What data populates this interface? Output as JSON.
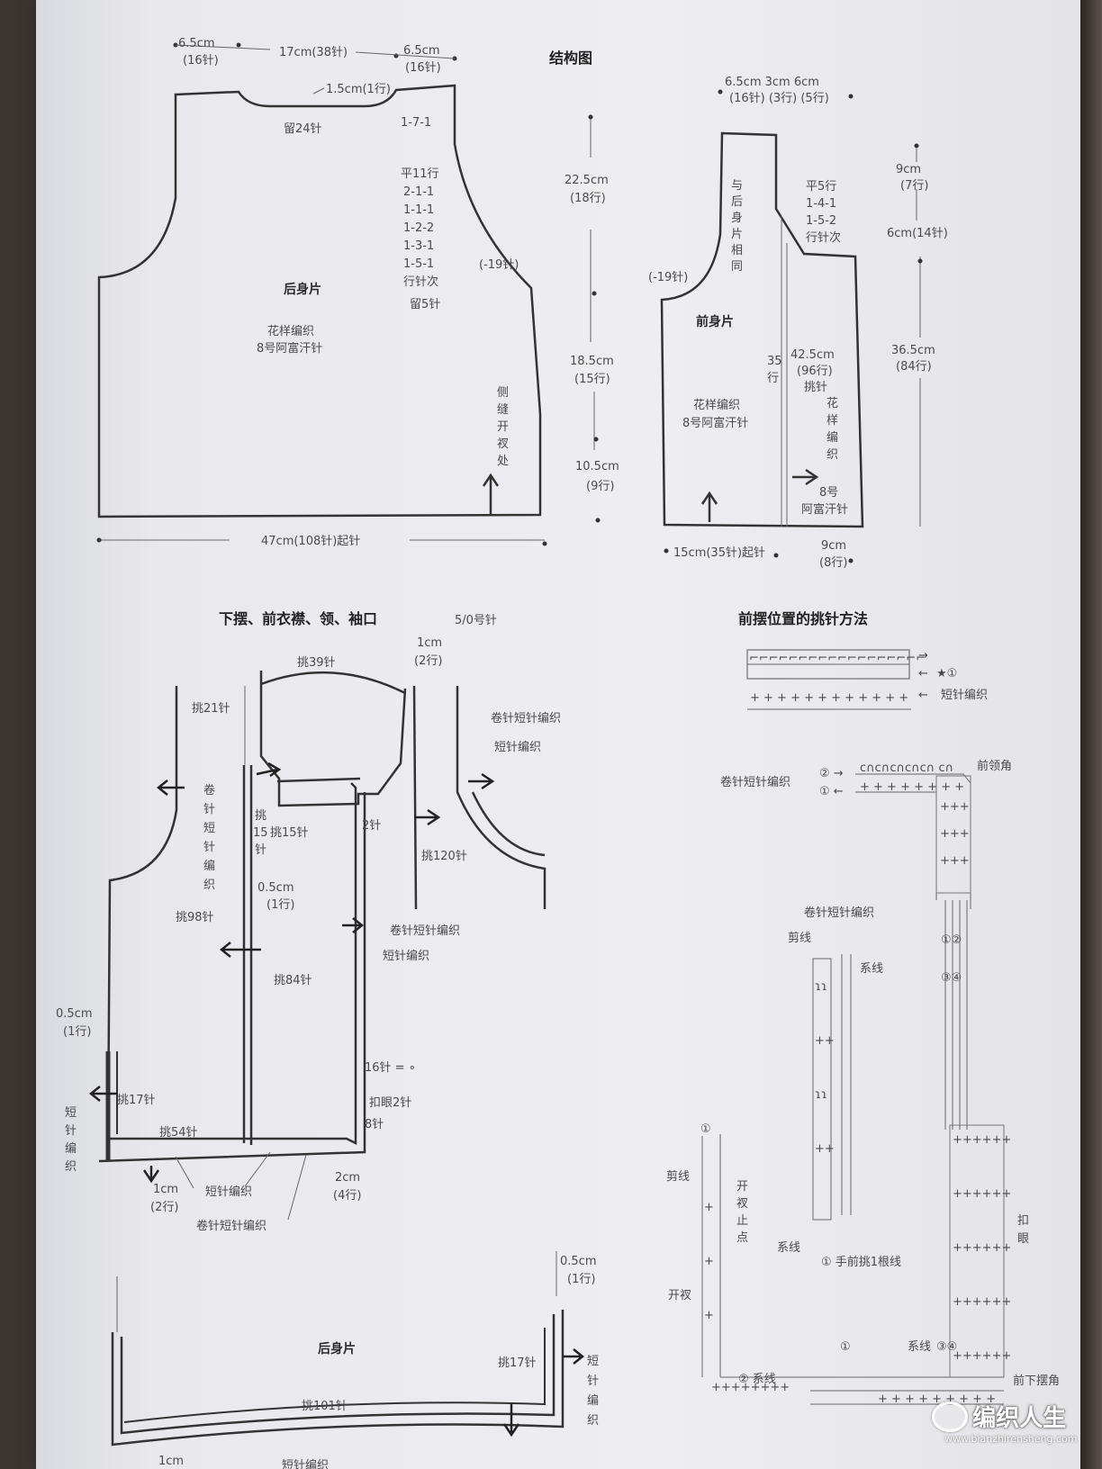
{
  "title_structure": "结构图",
  "back_panel": {
    "top_left_width": "6.5cm",
    "top_left_stitches": "(16针)",
    "top_mid": "17cm(38针)",
    "top_right_width": "6.5cm",
    "top_right_stitches": "(16针)",
    "neck_depth": "1.5cm(1行)",
    "neck_keep": "留24针",
    "neck_shaping": "1-7-1",
    "armhole_lines": [
      "平11行",
      "2-1-1",
      "1-1-1",
      "1-2-2",
      "1-3-1",
      "1-5-1",
      "行针次",
      "留5针"
    ],
    "armhole_decrease": "(-19针)",
    "name": "后身片",
    "pattern": "花样编织",
    "needle": "8号阿富汗针",
    "side_slit": [
      "侧",
      "缝",
      "开",
      "衩",
      "处"
    ],
    "bottom": "47cm(108针)起针"
  },
  "vertical_dims": [
    {
      "value": "22.5cm",
      "rows": "(18行)"
    },
    {
      "value": "18.5cm",
      "rows": "(15行)"
    },
    {
      "value": "10.5cm",
      "rows": "(9行)"
    }
  ],
  "front_panel": {
    "top_dims": "6.5cm 3cm 6cm",
    "top_dims_rows": "(16针) (3行) (5行)",
    "same_as_back": [
      "与",
      "后",
      "身",
      "片",
      "相",
      "同"
    ],
    "neck_lines": [
      "平5行",
      "1-4-1",
      "1-5-2",
      "行针次"
    ],
    "armhole_decrease": "(-19针)",
    "name": "前身片",
    "rows_35": [
      "35",
      "行"
    ],
    "pickup": [
      "42.5cm",
      "(96行)",
      "挑针"
    ],
    "pattern_vertical": [
      "花",
      "样",
      "编",
      "织"
    ],
    "pattern": "花样编织",
    "needle": "8号阿富汗针",
    "needle_right": [
      "8号",
      "阿富汗针"
    ],
    "right_dims": [
      {
        "value": "9cm",
        "rows": "(7行)"
      },
      {
        "value": "6cm(14针)",
        "rows": ""
      },
      {
        "value": "36.5cm",
        "rows": "(84行)"
      }
    ],
    "bottom_left": "15cm(35针)起针",
    "bottom_right": "9cm",
    "bottom_right_rows": "(8行)"
  },
  "edging_section": {
    "title": "下摆、前衣襟、领、袖口",
    "hook": "5/0号针",
    "labels": {
      "pick39": "挑39针",
      "one_cm": "1cm",
      "two_rows": "(2行)",
      "pick21": "挑21针",
      "roll_sc": "卷针短针编织",
      "sc": "短针编织",
      "vertical_roll": [
        "卷",
        "针",
        "短",
        "针",
        "编",
        "织"
      ],
      "pick15a": [
        "挑",
        "15",
        "针"
      ],
      "pick15b": "挑15针",
      "two_st": "2针",
      "pick120": "挑120针",
      "half_cm": "0.5cm",
      "one_row": "(1行)",
      "pick98": "挑98针",
      "pick84": "挑84针",
      "roll_sc2": "卷针短针编织",
      "sc2": "短针编织",
      "sixteen": "16针 = ∘",
      "buttonhole": "扣眼2针",
      "eight": "8针",
      "left_half_cm": "0.5cm",
      "left_one_row": "(1行)",
      "pick17": "挑17针",
      "pick54": "挑54针",
      "sc_vert": [
        "短",
        "针",
        "编",
        "织"
      ],
      "b_one_cm": "1cm",
      "b_two_rows": "(2行)",
      "b_sc": "短针编织",
      "b_roll": "卷针短针编织",
      "b_two_cm": "2cm",
      "b_four_rows": "(4行)"
    }
  },
  "back_bottom": {
    "half_cm": "0.5cm",
    "one_row": "(1行)",
    "name": "后身片",
    "pick17": "挑17针",
    "sc_vert": [
      "短",
      "针",
      "编",
      "织"
    ],
    "pick101": "挑101针",
    "one_cm": "1cm",
    "sc": "短针编织"
  },
  "front_hem_method": {
    "title": "前摆位置的挑针方法",
    "small": {
      "star": "★①",
      "sc": "短针编织"
    },
    "labels": {
      "roll_sc": "卷针短针编织",
      "front_collar_corner": "前领角",
      "roll_sc2": "卷针短针编织",
      "cut": "剪线",
      "tie": "系线",
      "tie2": "系线",
      "pick_note": "①  手前挑1根线",
      "cut2": "剪线",
      "slit_stop": [
        "开",
        "衩",
        "止",
        "点"
      ],
      "slit": "开衩",
      "tie_bottom": "② 系线",
      "tie_right": "系线",
      "buttonhole": [
        "扣",
        "眼"
      ],
      "front_hem_corner": "前下摆角",
      "circled_1": "①"
    }
  },
  "watermark": {
    "name": "编织人生",
    "url": "www.bianzhirensheng.com"
  }
}
